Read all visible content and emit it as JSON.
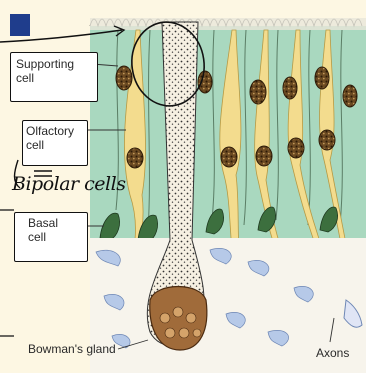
{
  "labels": {
    "supporting_cell": "Supporting\ncell",
    "olfactory_cell": "Olfactory\ncell",
    "basal_cell": "Basal\ncell",
    "bowmans_gland": "Bowman's gland",
    "axons": "Axons",
    "handwritten_note": "Bipolar cells"
  },
  "colors": {
    "background": "#fdf7e3",
    "supporting_cell_fill": "#a9d8bf",
    "olfactory_cell_fill": "#f3dc8e",
    "basal_cell_fill": "#3c6f3e",
    "nucleus_fill": "#6b4a22",
    "connective_tissue": "#b6c9e8",
    "gland_fill": "#a06b3a",
    "marker": "#1f3d8c"
  }
}
